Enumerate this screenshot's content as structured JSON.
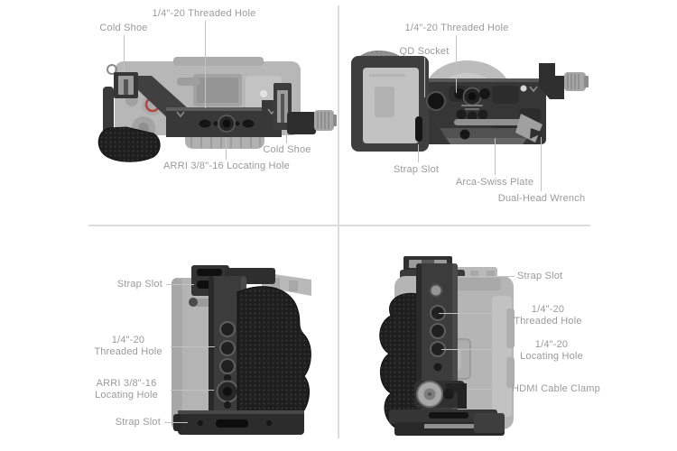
{
  "palette": {
    "background": "#ffffff",
    "divider": "#dcdcdc",
    "label_text": "#9a9a9a",
    "leader_line": "#c2c2c2",
    "cage_dark": "#383838",
    "ghost_gray": "#b5b5b5",
    "silver": "#a6a6a6",
    "record_ring_red": "#b5453a"
  },
  "quadrants": {
    "top_left": {
      "labels": {
        "threaded_hole": "1/4\"-20 Threaded Hole",
        "cold_shoe_left": "Cold Shoe",
        "cold_shoe_right": "Cold Shoe",
        "arri_locating_hole": "ARRI 3/8\"-16 Locating Hole"
      }
    },
    "top_right": {
      "labels": {
        "threaded_hole": "1/4\"-20 Threaded Hole",
        "qd_socket": "QD Socket",
        "strap_slot": "Strap Slot",
        "arca_swiss_plate": "Arca-Swiss Plate",
        "dual_head_wrench": "Dual-Head Wrench"
      }
    },
    "bottom_left": {
      "labels": {
        "strap_slot_top": "Strap Slot",
        "threaded_hole": "1/4\"-20\nThreaded Hole",
        "arri_locating_hole": "ARRI 3/8\"-16\nLocating Hole",
        "strap_slot_bottom": "Strap Slot"
      }
    },
    "bottom_right": {
      "labels": {
        "strap_slot": "Strap Slot",
        "threaded_hole": "1/4\"-20\nThreaded Hole",
        "locating_hole": "1/4\"-20\nLocating Hole",
        "hdmi_cable_clamp": "HDMI Cable Clamp"
      }
    }
  }
}
